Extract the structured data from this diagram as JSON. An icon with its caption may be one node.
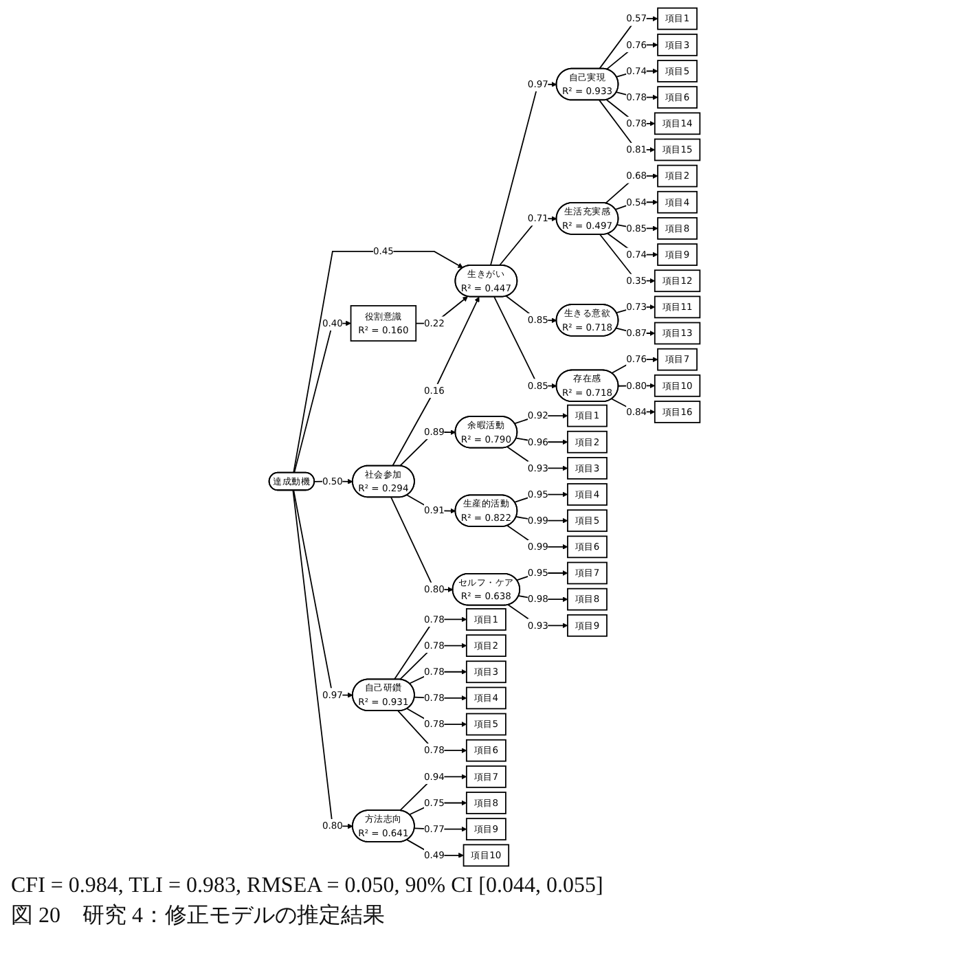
{
  "diagram": {
    "caption": "図 20　研究 4：修正モデルの推定結果",
    "nodes": [
      {
        "text": [
          "役割意識",
          "R² = 0.160"
        ]
      },
      {
        "text": [
          "自己実現",
          "R² = 0.933"
        ]
      },
      {
        "text": [
          "自己研鑽",
          "R² = 0.931"
        ]
      },
      {
        "text": [
          "達成動機"
        ]
      },
      {
        "text": [
          "生きがい",
          "R² = 0.447"
        ]
      },
      {
        "text": [
          "方法志向",
          "R² = 0.641"
        ]
      },
      {
        "text": [
          "生活充実感",
          "R² = 0.497"
        ]
      },
      {
        "text": [
          "社会参加",
          "R² = 0.294"
        ]
      },
      {
        "text": [
          "生きる意欲",
          "R² = 0.718"
        ]
      },
      {
        "text": [
          "余暇活動",
          "R² = 0.790"
        ]
      },
      {
        "text": [
          "生産的活動",
          "R² = 0.822"
        ]
      },
      {
        "text": [
          "セルフ・ケア",
          "R² = 0.638"
        ]
      },
      {
        "text": [
          "存在感",
          "R² = 0.718"
        ]
      },
      {
        "text": [
          "項目1"
        ]
      },
      {
        "text": [
          "項目2"
        ]
      },
      {
        "text": [
          "項目3"
        ]
      },
      {
        "text": [
          "項目4"
        ]
      },
      {
        "text": [
          "項目5"
        ]
      },
      {
        "text": [
          "項目6"
        ]
      },
      {
        "text": [
          "項目7"
        ]
      },
      {
        "text": [
          "項目8"
        ]
      },
      {
        "text": [
          "項目9"
        ]
      },
      {
        "text": [
          "項目10"
        ]
      },
      {
        "text": [
          "項目1"
        ]
      },
      {
        "text": [
          "項目3"
        ]
      },
      {
        "text": [
          "項目5"
        ]
      },
      {
        "text": [
          "項目6"
        ]
      },
      {
        "text": [
          "項目14"
        ]
      },
      {
        "text": [
          "項目15"
        ]
      },
      {
        "text": [
          "項目2"
        ]
      },
      {
        "text": [
          "項目4"
        ]
      },
      {
        "text": [
          "項目8"
        ]
      },
      {
        "text": [
          "項目9"
        ]
      },
      {
        "text": [
          "項目12"
        ]
      },
      {
        "text": [
          "項目11"
        ]
      },
      {
        "text": [
          "項目13"
        ]
      },
      {
        "text": [
          "項目7"
        ]
      },
      {
        "text": [
          "項目10"
        ]
      },
      {
        "text": [
          "項目16"
        ]
      },
      {
        "text": [
          "項目1"
        ]
      },
      {
        "text": [
          "項目2"
        ]
      },
      {
        "text": [
          "項目3"
        ]
      },
      {
        "text": [
          "項目4"
        ]
      },
      {
        "text": [
          "項目5"
        ]
      },
      {
        "text": [
          "項目6"
        ]
      },
      {
        "text": [
          "項目7"
        ]
      },
      {
        "text": [
          "項目8"
        ]
      },
      {
        "text": [
          "項目9"
        ]
      }
    ],
    "edges": [
      {
        "from": 3,
        "to": 2,
        "arrow": "to",
        "label": "0.97"
      },
      {
        "from": 3,
        "to": 0,
        "arrow": "to",
        "label": "0.40"
      },
      {
        "from": 3,
        "to": 4,
        "arrow": "to",
        "label": "0.45"
      },
      {
        "from": 3,
        "to": 5,
        "arrow": "to",
        "label": "0.80"
      },
      {
        "from": 3,
        "to": 7,
        "arrow": "to",
        "label": "0.50"
      },
      {
        "from": 0,
        "to": 4,
        "arrow": "to",
        "label": "0.22"
      },
      {
        "from": 7,
        "to": 4,
        "arrow": "to",
        "label": "0.16"
      },
      {
        "from": 4,
        "to": 1,
        "arrow": "to",
        "label": "0.97"
      },
      {
        "from": 4,
        "to": 6,
        "arrow": "to",
        "label": "0.71"
      },
      {
        "from": 4,
        "to": 8,
        "arrow": "to",
        "label": "0.85"
      },
      {
        "from": 4,
        "to": 12,
        "arrow": "to",
        "label": "0.85"
      },
      {
        "from": 7,
        "to": 9,
        "arrow": "to",
        "label": "0.89"
      },
      {
        "from": 7,
        "to": 10,
        "arrow": "to",
        "label": "0.91"
      },
      {
        "from": 7,
        "to": 11,
        "arrow": "to",
        "label": "0.80"
      },
      {
        "from": 2,
        "to": 13,
        "arrow": "to",
        "label": "0.78"
      },
      {
        "from": 2,
        "to": 14,
        "arrow": "to",
        "label": "0.78"
      },
      {
        "from": 2,
        "to": 15,
        "arrow": "to",
        "label": "0.78"
      },
      {
        "from": 2,
        "to": 16,
        "arrow": "to",
        "label": "0.78"
      },
      {
        "from": 2,
        "to": 17,
        "arrow": "to",
        "label": "0.78"
      },
      {
        "from": 2,
        "to": 18,
        "arrow": "to",
        "label": "0.78"
      },
      {
        "from": 5,
        "to": 19,
        "arrow": "to",
        "label": "0.94"
      },
      {
        "from": 5,
        "to": 20,
        "arrow": "to",
        "label": "0.75"
      },
      {
        "from": 5,
        "to": 21,
        "arrow": "to",
        "label": "0.77"
      },
      {
        "from": 5,
        "to": 22,
        "arrow": "to",
        "label": "0.49"
      },
      {
        "from": 1,
        "to": 23,
        "arrow": "to",
        "label": "0.57"
      },
      {
        "from": 1,
        "to": 24,
        "arrow": "to",
        "label": "0.76"
      },
      {
        "from": 1,
        "to": 25,
        "arrow": "to",
        "label": "0.74"
      },
      {
        "from": 1,
        "to": 26,
        "arrow": "to",
        "label": "0.78"
      },
      {
        "from": 1,
        "to": 27,
        "arrow": "to",
        "label": "0.78"
      },
      {
        "from": 1,
        "to": 28,
        "arrow": "to",
        "label": "0.81"
      },
      {
        "from": 6,
        "to": 29,
        "arrow": "to",
        "label": "0.68"
      },
      {
        "from": 6,
        "to": 30,
        "arrow": "to",
        "label": "0.54"
      },
      {
        "from": 6,
        "to": 31,
        "arrow": "to",
        "label": "0.85"
      },
      {
        "from": 6,
        "to": 32,
        "arrow": "to",
        "label": "0.74"
      },
      {
        "from": 6,
        "to": 33,
        "arrow": "to",
        "label": "0.35"
      },
      {
        "from": 8,
        "to": 34,
        "arrow": "to",
        "label": "0.73"
      },
      {
        "from": 8,
        "to": 35,
        "arrow": "to",
        "label": "0.87"
      },
      {
        "from": 12,
        "to": 36,
        "arrow": "to",
        "label": "0.76"
      },
      {
        "from": 12,
        "to": 37,
        "arrow": "to",
        "label": "0.80"
      },
      {
        "from": 12,
        "to": 38,
        "arrow": "to",
        "label": "0.84"
      },
      {
        "from": 9,
        "to": 39,
        "arrow": "to",
        "label": "0.92"
      },
      {
        "from": 9,
        "to": 40,
        "arrow": "to",
        "label": "0.96"
      },
      {
        "from": 9,
        "to": 41,
        "arrow": "to",
        "label": "0.93"
      },
      {
        "from": 10,
        "to": 42,
        "arrow": "to",
        "label": "0.95"
      },
      {
        "from": 10,
        "to": 43,
        "arrow": "to",
        "label": "0.99"
      },
      {
        "from": 10,
        "to": 44,
        "arrow": "to",
        "label": "0.99"
      },
      {
        "from": 11,
        "to": 45,
        "arrow": "to",
        "label": "0.95"
      },
      {
        "from": 11,
        "to": 46,
        "arrow": "to",
        "label": "0.98"
      },
      {
        "from": 11,
        "to": 47,
        "arrow": "to",
        "label": "0.93"
      }
    ],
    "labels": [
      "CFI = 0.984, TLI = 0.983, RMSEA = 0.050, 90% CI [0.044, 0.055]"
    ]
  }
}
